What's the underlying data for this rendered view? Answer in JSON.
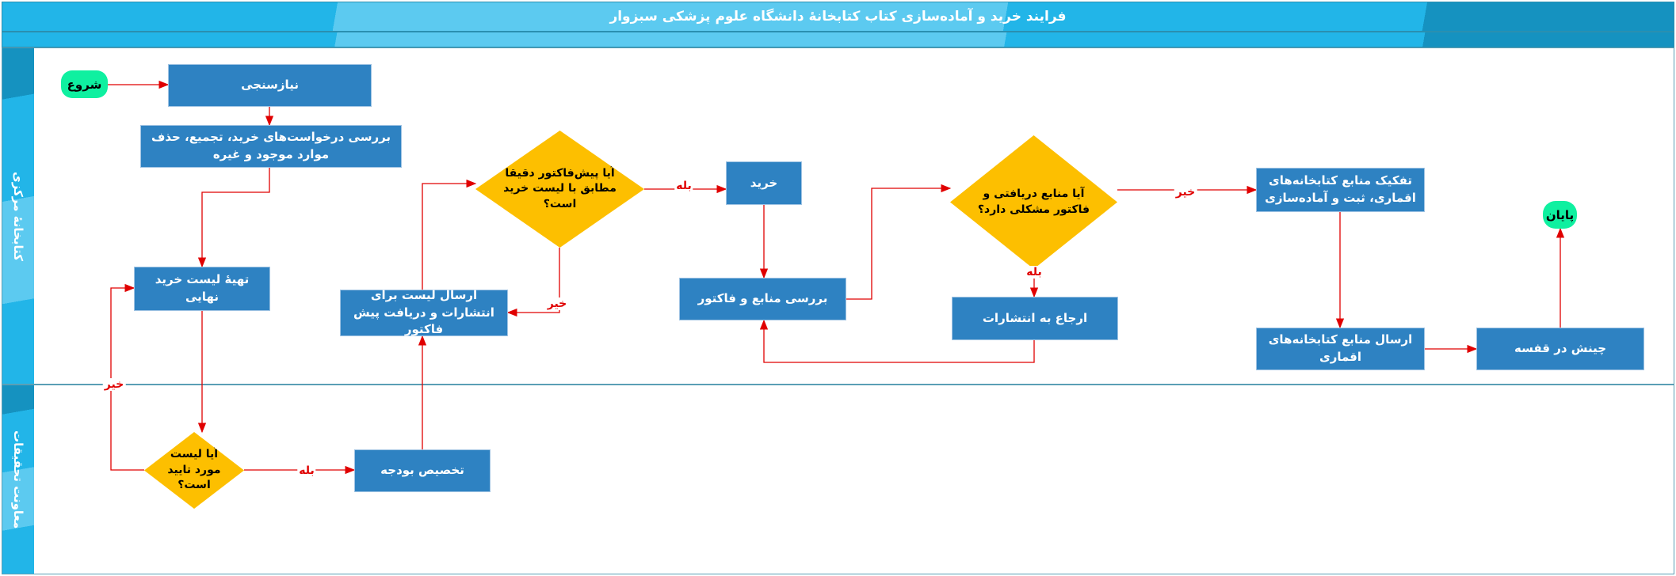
{
  "title": "فرایند خرید و آماده‌سازی کتاب کتابخانهٔ دانشگاه علوم پزشکی سبزوار",
  "lanes": [
    "کتابخانهٔ مرکزی",
    "معاونت تحقیقات"
  ],
  "nodes": {
    "start": "شروع",
    "needs": "نیازسنجی",
    "review": "بررسی درخواست‌های خرید، تجمیع، حذف موارد موجود و غیره",
    "finallist": "تهیهٔ لیست خرید نهایی",
    "approved": "آیا لیست مورد تایید است؟",
    "budget": "تخصیص بودجه",
    "sendlist": "ارسال لیست برای انتشارات و دریافت پیش فاکتور",
    "match": "آیا پیش‌فاکتور دقیقا مطابق با لیست خرید است؟",
    "buy": "خرید",
    "check": "بررسی منابع و فاکتور",
    "problem": "آیا منابع دریافتی و فاکتور مشکلی دارد؟",
    "return": "ارجاع به انتشارات",
    "separate": "تفکیک منابع کتابخانه‌های اقماری، ثبت و آماده‌سازی",
    "sendsat": "ارسال منابع کتابخانه‌های اقماری",
    "shelve": "چینش در قفسه",
    "end": "پایان"
  },
  "edge_labels": {
    "yes": "بله",
    "no": "خیر"
  },
  "colors": {
    "process": "#2e82c2",
    "decision": "#fdbf00",
    "terminal": "#0ff0a0",
    "connector": "#e00000"
  }
}
